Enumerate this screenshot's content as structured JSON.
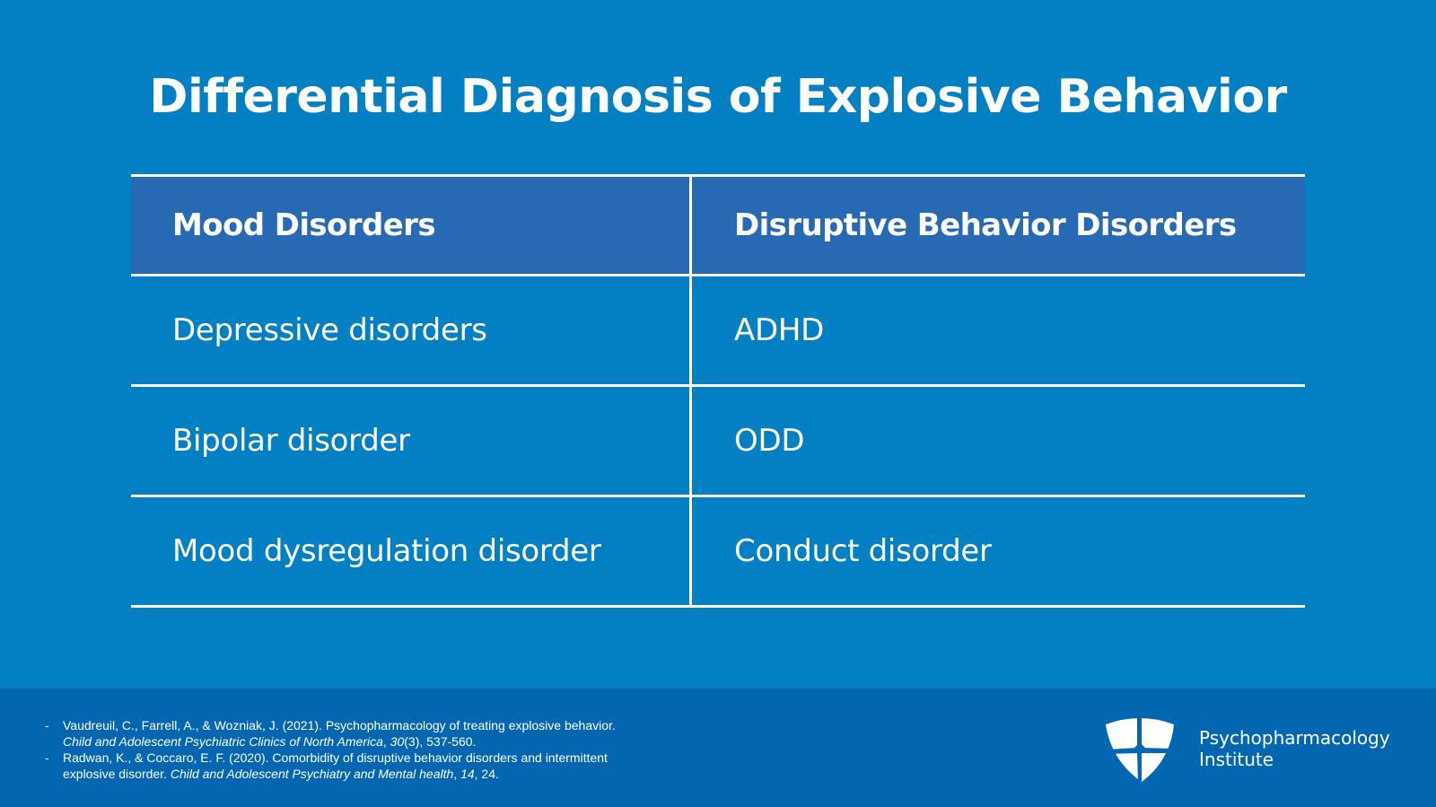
{
  "slide": {
    "title": "Differential Diagnosis of Explosive Behavior"
  },
  "table": {
    "headers": [
      "Mood Disorders",
      "Disruptive Behavior Disorders"
    ],
    "rows": [
      [
        "Depressive disorders",
        "ADHD"
      ],
      [
        "Bipolar disorder",
        "ODD"
      ],
      [
        "Mood dysregulation disorder",
        "Conduct disorder"
      ]
    ]
  },
  "references": [
    {
      "plain_before": "Vaudreuil, C., Farrell, A., & Wozniak, J. (2021). Psychopharmacology of treating explosive behavior. ",
      "italic_journal": "Child and Adolescent Psychiatric Clinics of North America",
      "sep1": ", ",
      "italic_volume": "30",
      "plain_after": "(3), 537-560."
    },
    {
      "plain_before": "Radwan, K., & Coccaro, E. F. (2020). Comorbidity of disruptive behavior disorders and intermittent explosive disorder. ",
      "italic_journal": "Child and Adolescent Psychiatry and Mental health",
      "sep1": ", ",
      "italic_volume": "14",
      "plain_after": ", 24."
    }
  ],
  "logo": {
    "icon": "shield-cross-icon",
    "line1": "Psychopharmacology",
    "line2": "Institute"
  },
  "colors": {
    "background": "#0280c3",
    "header_cell": "#2769b2",
    "footer": "#0267b0",
    "text": "#ffffff"
  }
}
